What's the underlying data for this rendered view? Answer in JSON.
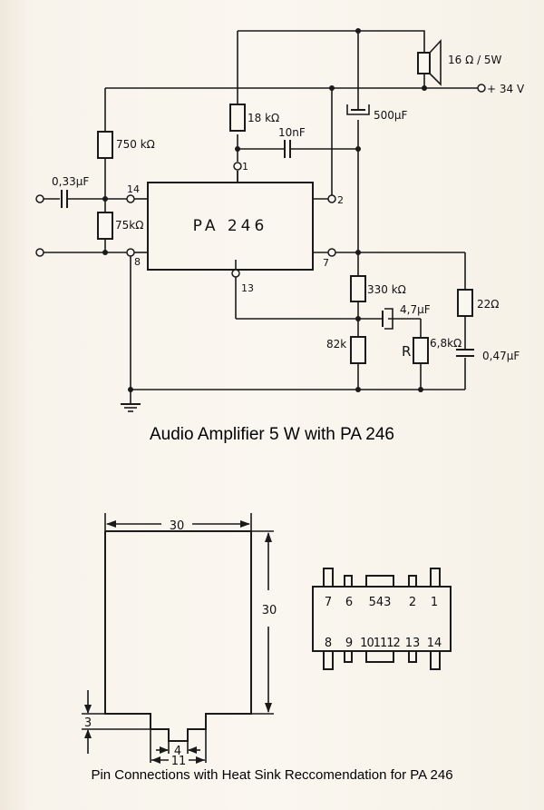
{
  "schematic": {
    "title": "Audio Amplifier 5 W with PA 246",
    "ic": {
      "name": "PA 246"
    },
    "pins": {
      "p1": "1",
      "p2": "2",
      "p7": "7",
      "p8": "8",
      "p13": "13",
      "p14": "14"
    },
    "components": {
      "c_in": "0,33µF",
      "r_750k": "750 kΩ",
      "r_75k": "75kΩ",
      "r_18k": "18 kΩ",
      "c_10n": "10nF",
      "c_500u": "500µF",
      "speaker": "16 Ω / 5W",
      "supply": "+ 34 V",
      "r_330k": "330 kΩ",
      "c_4u7": "4,7µF",
      "r_82k": "82k",
      "pot_R": "R",
      "r_6k8": "6,8kΩ",
      "r_22": "22Ω",
      "c_047": "0,47µF"
    }
  },
  "package": {
    "title": "Pin Connections with Heat Sink Reccomendation for PA 246",
    "heatsink": {
      "width": "30",
      "height": "30",
      "step": "3",
      "tab_inner": "4",
      "tab_outer": "11"
    },
    "pins_top": [
      "7",
      "6",
      "543",
      "2",
      "1"
    ],
    "pins_bottom": [
      "8",
      "9",
      "101112",
      "13",
      "14"
    ]
  }
}
